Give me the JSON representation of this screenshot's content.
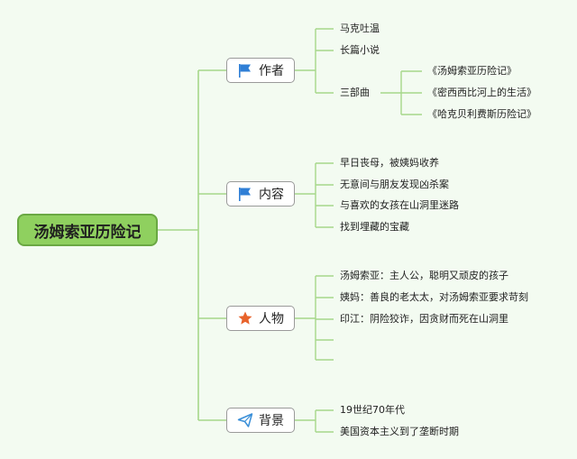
{
  "root": {
    "label": "汤姆索亚历险记"
  },
  "branches": [
    {
      "label": "作者",
      "icon": "flag-icon",
      "children": [
        {
          "label": "马克吐温"
        },
        {
          "label": "长篇小说"
        },
        {
          "label": "三部曲",
          "children": [
            "《汤姆索亚历险记》",
            "《密西西比河上的生活》",
            "《哈克贝利费斯历险记》"
          ]
        }
      ]
    },
    {
      "label": "内容",
      "icon": "flag-icon",
      "children": [
        {
          "label": "早日丧母，被姨妈收养"
        },
        {
          "label": "无意间与朋友发现凶杀案"
        },
        {
          "label": "与喜欢的女孩在山洞里迷路"
        },
        {
          "label": "找到埋藏的宝藏"
        }
      ]
    },
    {
      "label": "人物",
      "icon": "star-icon",
      "children": [
        {
          "label": "汤姆索亚：主人公，聪明又顽皮的孩子"
        },
        {
          "label": "姨妈：善良的老太太，对汤姆索亚要求苛刻"
        },
        {
          "label": "印江：阴险狡诈，因贪财而死在山洞里"
        },
        {
          "label": ""
        },
        {
          "label": ""
        }
      ]
    },
    {
      "label": "背景",
      "icon": "send-icon",
      "children": [
        {
          "label": "19世纪70年代"
        },
        {
          "label": "美国资本主义到了垄断时期"
        }
      ]
    }
  ],
  "colors": {
    "background": "#f3fbf1",
    "root_fill": "#8fd05f",
    "connector": "#a6d88a",
    "flag": "#2f7fd6",
    "star": "#e8632b",
    "send": "#3a8fd8"
  }
}
